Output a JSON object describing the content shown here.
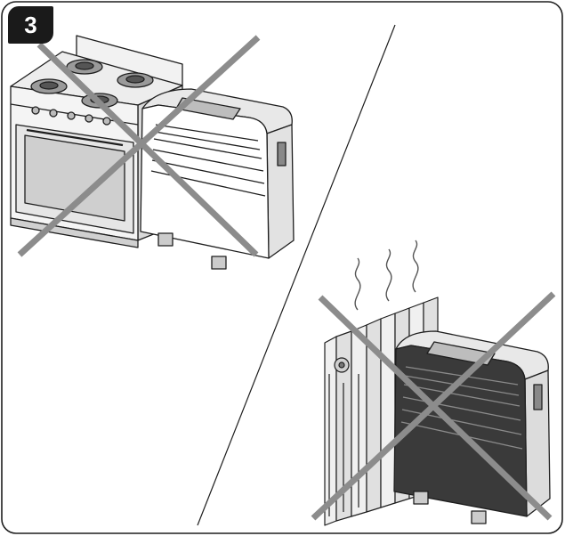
{
  "figure": {
    "step_number": "3",
    "panels": [
      {
        "scene": "air-conditioner-next-to-stove",
        "status": "prohibited",
        "mark_icon": "cross-mark"
      },
      {
        "scene": "air-conditioner-next-to-radiator",
        "status": "prohibited",
        "mark_icon": "cross-mark"
      }
    ],
    "colors": {
      "cross": "#8c8c8c",
      "line": "#1e1e1e",
      "badge": "#1a1a1a"
    }
  }
}
